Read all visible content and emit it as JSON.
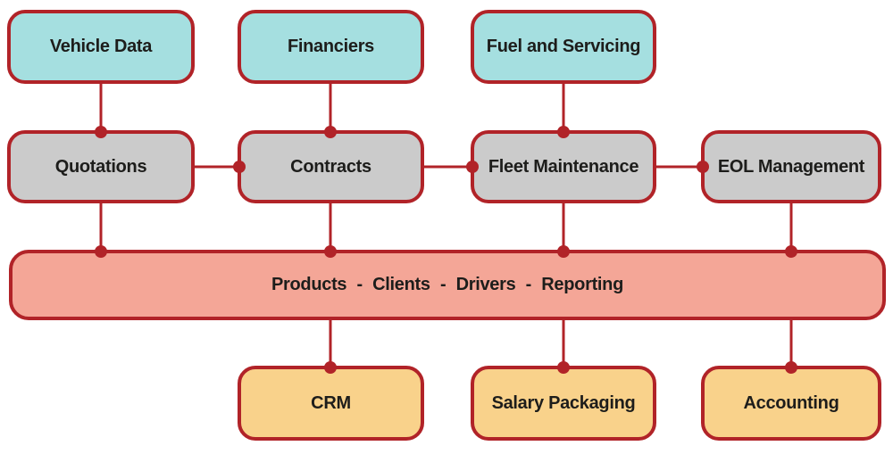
{
  "diagram": {
    "top_row": [
      {
        "label": "Vehicle Data"
      },
      {
        "label": "Financiers"
      },
      {
        "label": "Fuel and Servicing"
      }
    ],
    "middle_row": [
      {
        "label": "Quotations"
      },
      {
        "label": "Contracts"
      },
      {
        "label": "Fleet Maintenance"
      },
      {
        "label": "EOL Management"
      }
    ],
    "core_band": {
      "label": "Products - Clients - Drivers - Reporting"
    },
    "bottom_row": [
      {
        "label": "CRM"
      },
      {
        "label": "Salary Packaging"
      },
      {
        "label": "Accounting"
      }
    ],
    "colors": {
      "line": "#b12328",
      "top_fill": "#a5dfe0",
      "middle_fill": "#cbcbcb",
      "band_fill": "#f4a697",
      "bottom_fill": "#f9d28b",
      "text": "#1d1d1b",
      "background": "#ffffff"
    }
  }
}
